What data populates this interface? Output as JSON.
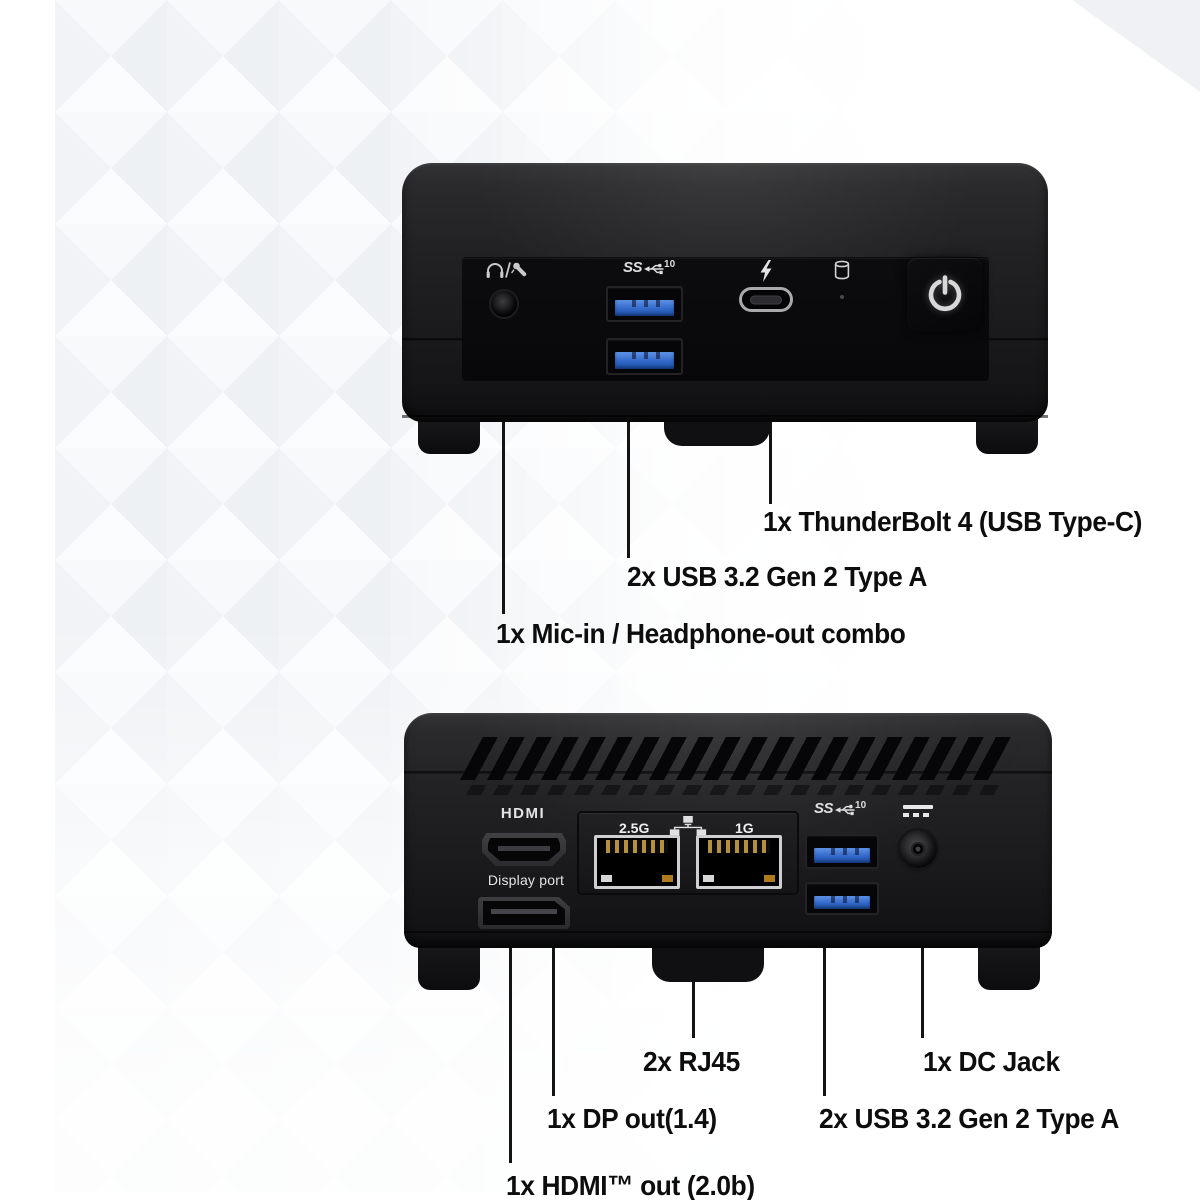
{
  "colors": {
    "background": "#ffffff",
    "facet_gray": "#eef1f4",
    "body_black": "#1c1c1e",
    "panel_black": "#0a0a0c",
    "usb_blue": "#3268c8",
    "leader_line": "#131313",
    "label_text": "#0d0d0d",
    "port_text_white": "#e3e3e3"
  },
  "usb_logo": {
    "ss": "SS",
    "speed": "10"
  },
  "front": {
    "callouts": {
      "thunderbolt": "1x ThunderBolt 4 (USB Type-C)",
      "usb": "2x USB 3.2 Gen 2 Type A",
      "audio": "1x Mic-in / Headphone-out combo"
    }
  },
  "rear": {
    "hdmi_label": "HDMI",
    "displayport_label": "Display port",
    "lan_left_speed": "2.5G",
    "lan_right_speed": "1G",
    "callouts": {
      "rj45": "2x RJ45",
      "dc": "1x DC Jack",
      "dp": "1x DP out(1.4)",
      "usb": "2x USB 3.2 Gen 2 Type A",
      "hdmi": "1x HDMI™ out (2.0b)"
    }
  }
}
